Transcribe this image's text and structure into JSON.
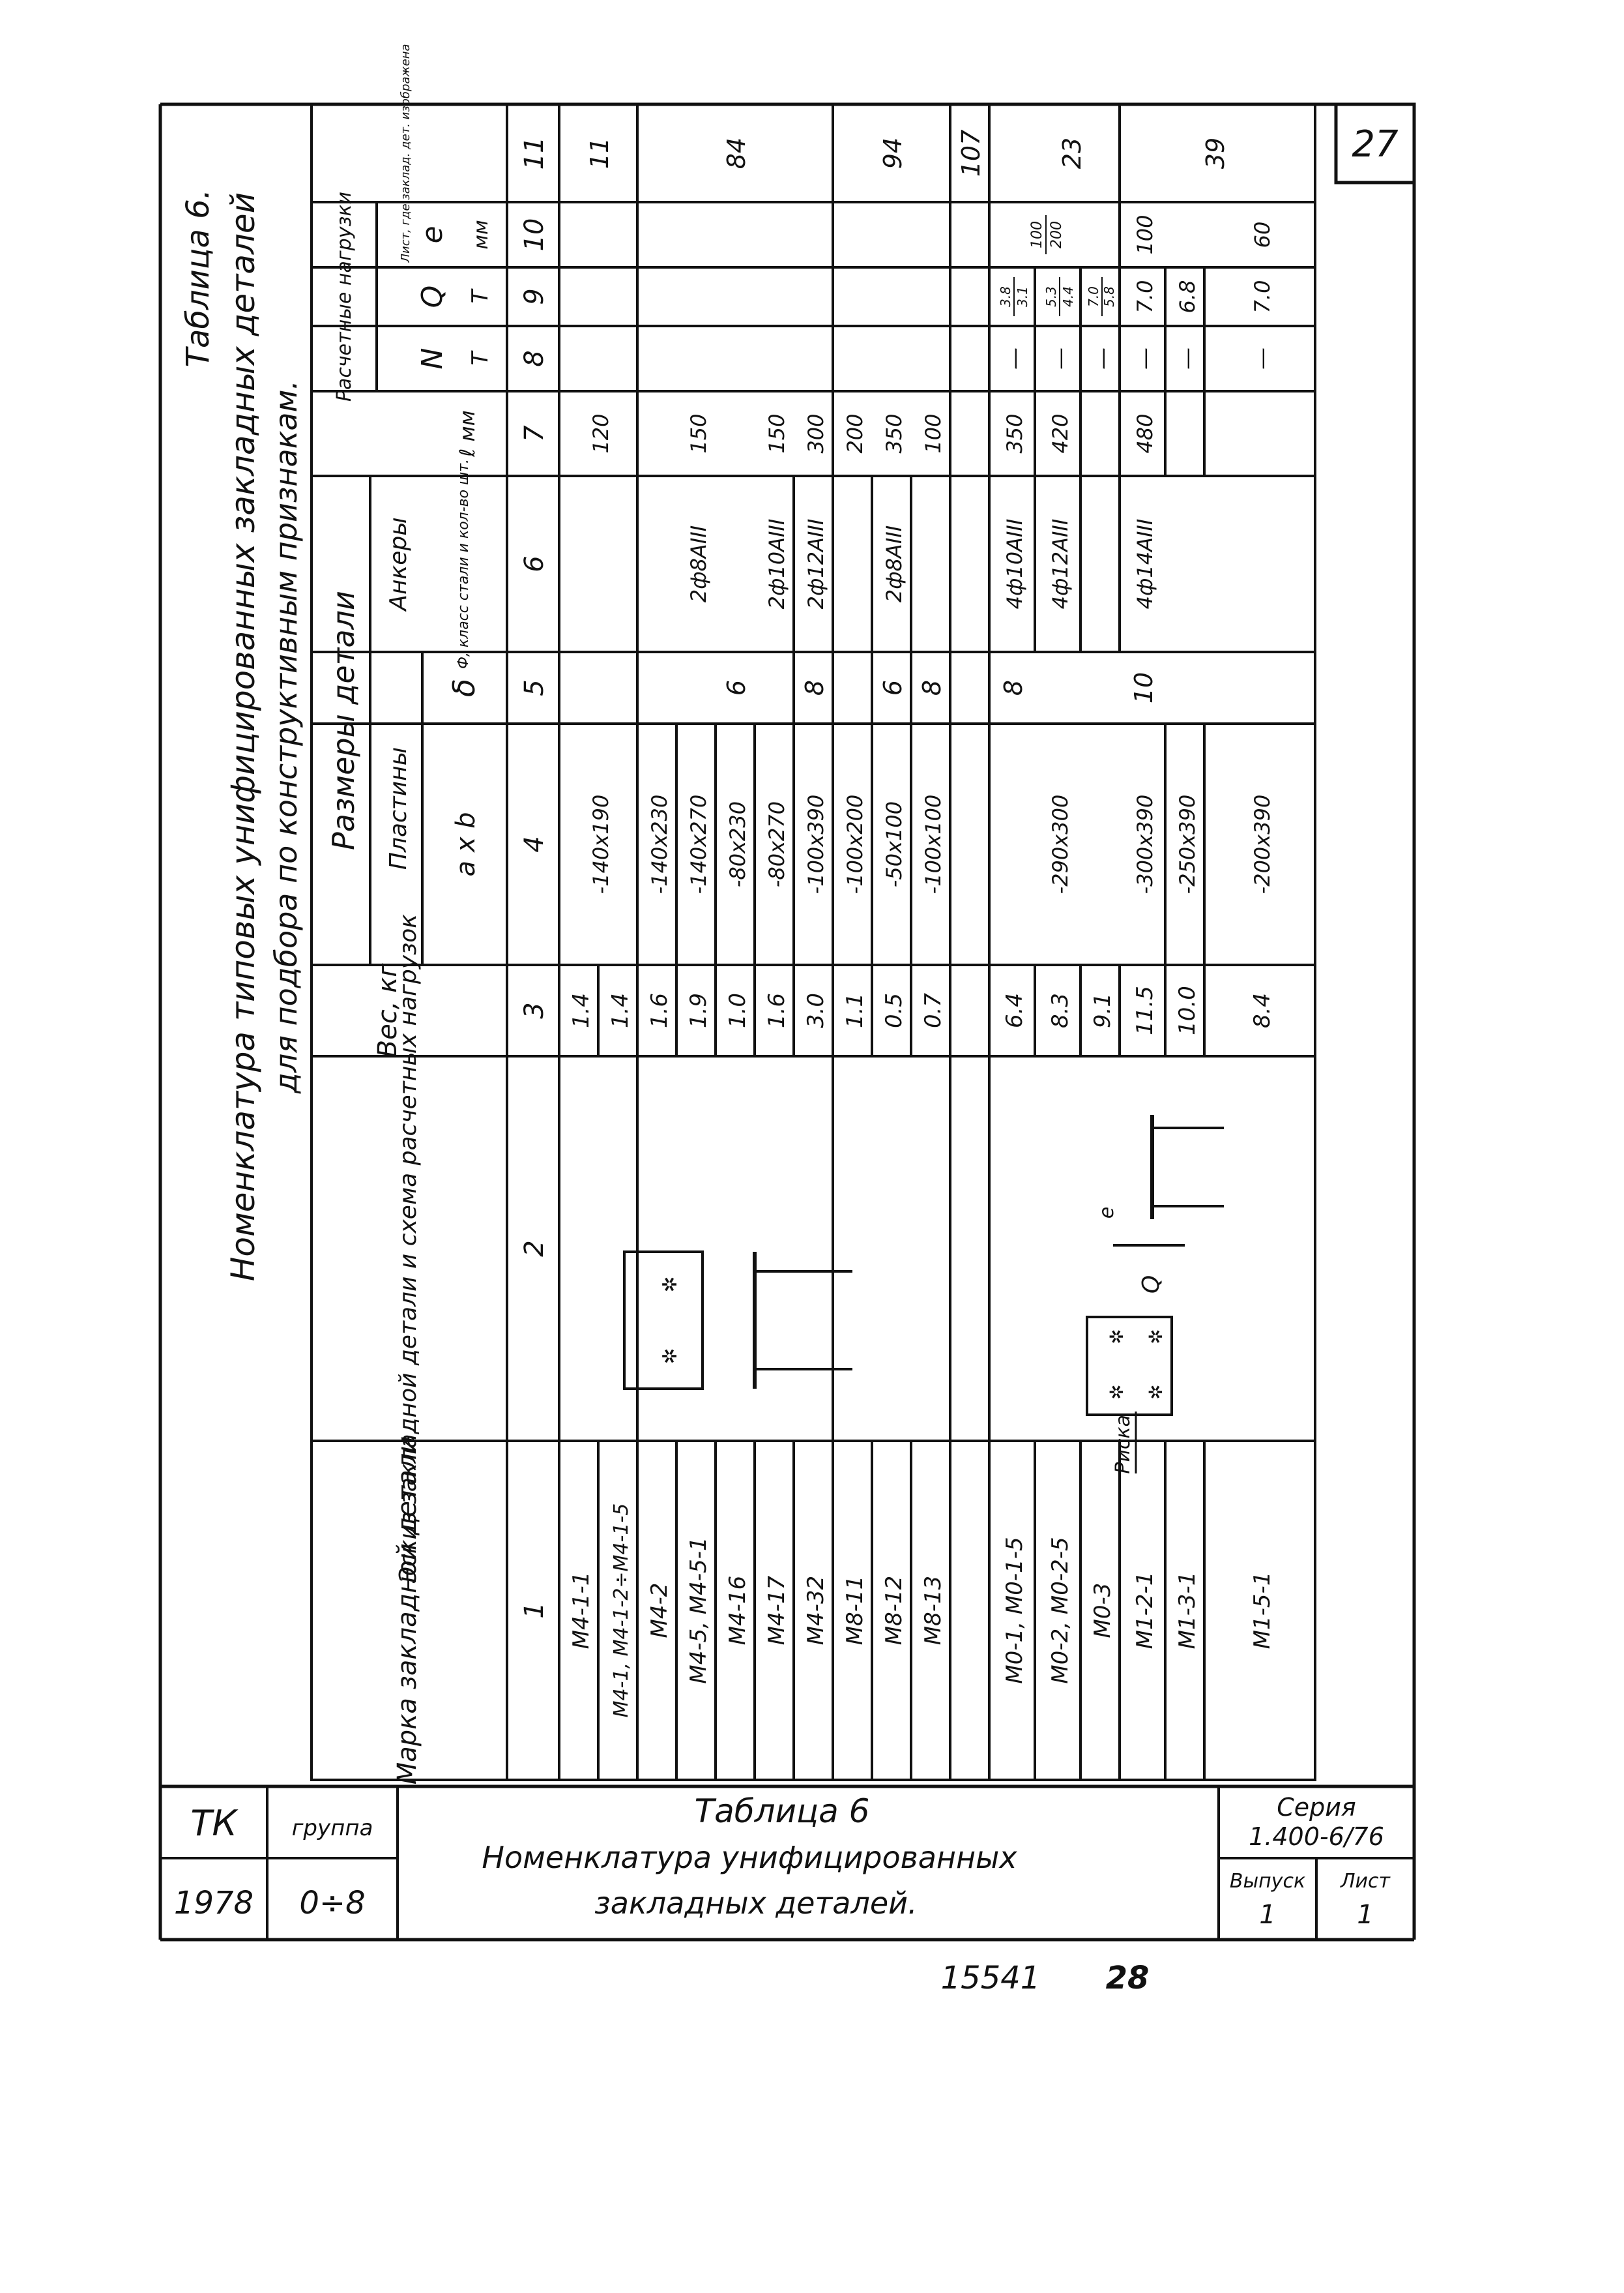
{
  "page_number": "27",
  "table_caption": "Таблица 6.",
  "table_title_line1": "Номенклатура типовых унифицированных закладных деталей",
  "table_title_line2": "для подбора по конструктивным признакам.",
  "headers": {
    "mark": "Марка закладной детали",
    "sketch": "Эскиз закладной детали и схема расчетных нагрузок",
    "weight": "Вес, кг",
    "dimensions": "Размеры детали",
    "plates": "Пластины",
    "anchors": "Анкеры",
    "axb": "a x b",
    "delta": "δ",
    "anchor_class": "Ф, класс стали и кол-во шт.",
    "l_mm": "ℓ мм",
    "loads": "Расчетные нагрузки",
    "N": "N",
    "Q": "Q",
    "e": "e",
    "unit_t1": "Т",
    "unit_t2": "Т",
    "unit_mm": "мм",
    "sheet": "Лист, где заклад. дет. изображена"
  },
  "col_numbers": [
    "1",
    "2",
    "3",
    "4",
    "5",
    "6",
    "7",
    "8",
    "9",
    "10",
    "11"
  ],
  "marks": [
    "М4-1-1",
    "М4-1, М4-1-2÷М4-1-5",
    "М4-2",
    "М4-5, М4-5-1",
    "М4-16",
    "М4-17",
    "М4-32",
    "М8-11",
    "М8-12",
    "М8-13",
    "",
    "М0-1, М0-1-5",
    "М0-2, М0-2-5",
    "М0-3",
    "М1-2-1",
    "М1-3-1",
    "М1-5-1"
  ],
  "weights": [
    "1.4",
    "1.4",
    "1.6",
    "1.9",
    "1.0",
    "1.6",
    "3.0",
    "1.1",
    "0.5",
    "0.7",
    "",
    "6.4",
    "8.3",
    "9.1",
    "11.5",
    "10.0",
    "8.4"
  ],
  "plate_sizes": [
    "-140x190",
    "-140x230",
    "-140x270",
    "-80x230",
    "-80x270",
    "-100x390",
    "-100x200",
    "-50x100",
    "-100x100",
    "-290x300",
    "-300x390",
    "-250x390",
    "-200x390"
  ],
  "deltas": [
    "6",
    "8",
    "6",
    "8",
    "8",
    "10"
  ],
  "anchor_specs": [
    "2ф8АIII",
    "2ф10АIII",
    "2ф12АIII",
    "2ф8АIII",
    "4ф10АIII",
    "4ф12АIII",
    "4ф14АIII"
  ],
  "anchor_lengths": [
    "120",
    "150",
    "150",
    "300",
    "200",
    "350",
    "100",
    "350",
    "420",
    "480"
  ],
  "loads_N": [
    "—",
    "—",
    "—",
    "—",
    "—",
    "—"
  ],
  "loads_Q": [
    "3.8",
    "3.1",
    "5.3",
    "4.4",
    "7.0",
    "5.8",
    "7.0",
    "6.8",
    "7.0"
  ],
  "loads_e": [
    "100",
    "200",
    "100",
    "60"
  ],
  "sheets": [
    "11",
    "84",
    "94",
    "107",
    "23",
    "39"
  ],
  "sketch_label_riska": "Риска",
  "sketch_label_q": "Q",
  "sketch_label_e": "e",
  "stamp": {
    "org": "ТК",
    "year": "1978",
    "group_label": "группа",
    "group_value": "0÷8",
    "title_line1": "Таблица 6",
    "title_line2": "Номенклатура унифицированных",
    "title_line3": "закладных деталей.",
    "series_label": "Серия",
    "series_value": "1.400-6/76",
    "issue_label": "Выпуск",
    "issue_value": "1",
    "sheet_label": "Лист",
    "sheet_value": "1"
  },
  "footer_code": "15541",
  "footer_num": "28"
}
